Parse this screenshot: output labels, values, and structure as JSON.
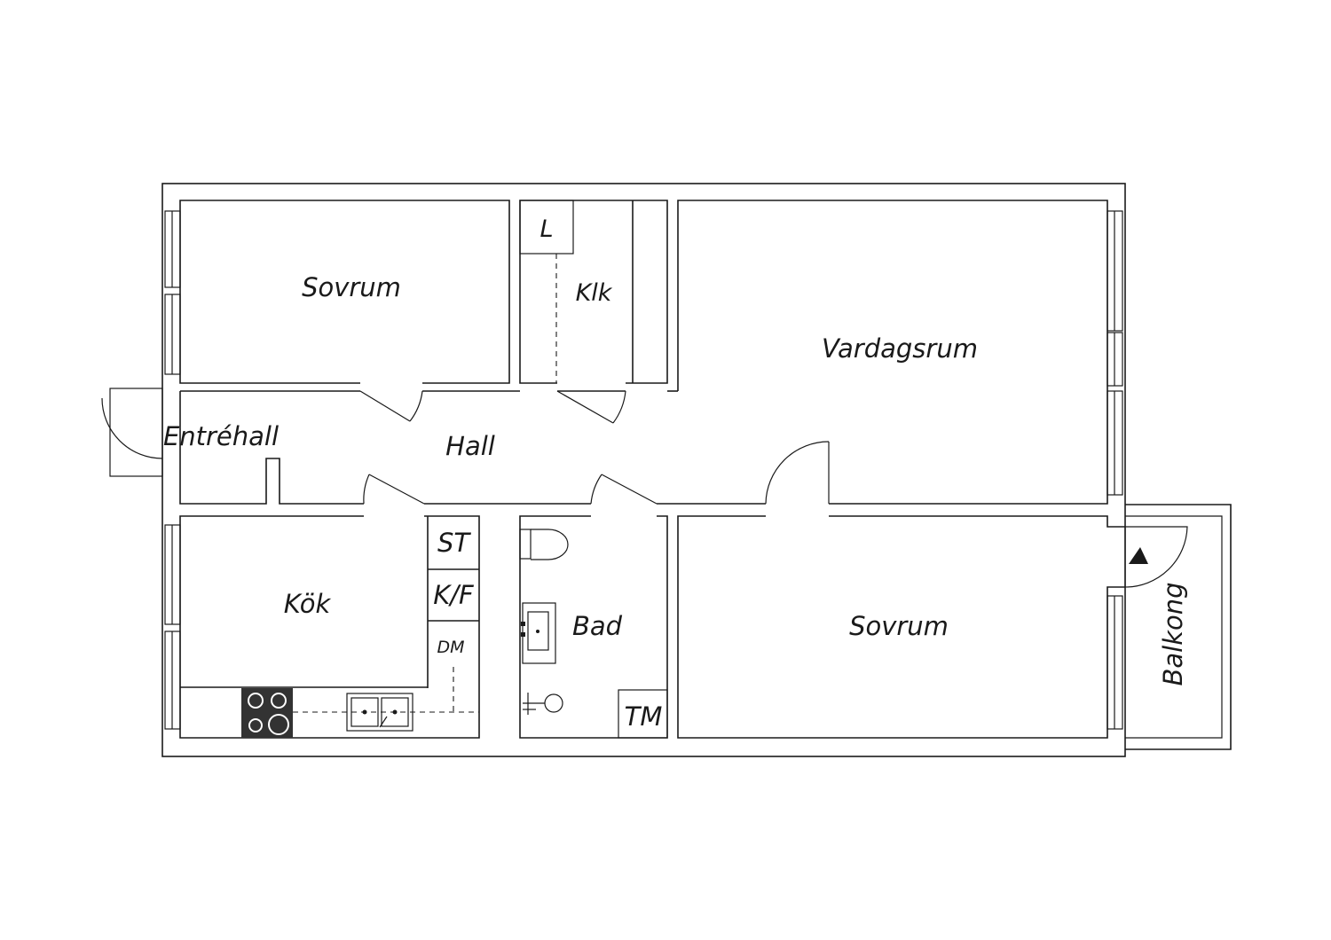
{
  "rooms": {
    "sovrum_1": "Sovrum",
    "klk": "Klk",
    "l": "L",
    "vardagsrum": "Vardagsrum",
    "entrehall": "Entréhall",
    "hall": "Hall",
    "kok": "Kök",
    "st": "ST",
    "kf": "K/F",
    "dm": "DM",
    "bad": "Bad",
    "tm": "TM",
    "sovrum_2": "Sovrum",
    "balkong": "Balkong"
  },
  "colors": {
    "line": "#1a1a1a",
    "background": "#ffffff",
    "stove": "#333333"
  }
}
